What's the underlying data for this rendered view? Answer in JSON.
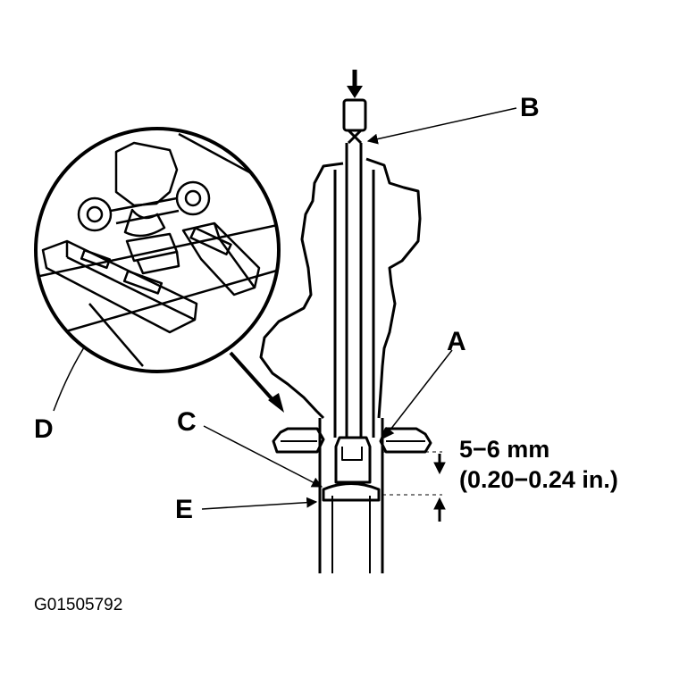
{
  "labels": {
    "a": "A",
    "b": "B",
    "c": "C",
    "d": "D",
    "e": "E"
  },
  "dimension": {
    "metric": "5−6 mm",
    "imperial": "(0.20−0.24 in.)"
  },
  "figure_code": "G01505792",
  "colors": {
    "ink": "#000000",
    "paper": "#ffffff"
  }
}
